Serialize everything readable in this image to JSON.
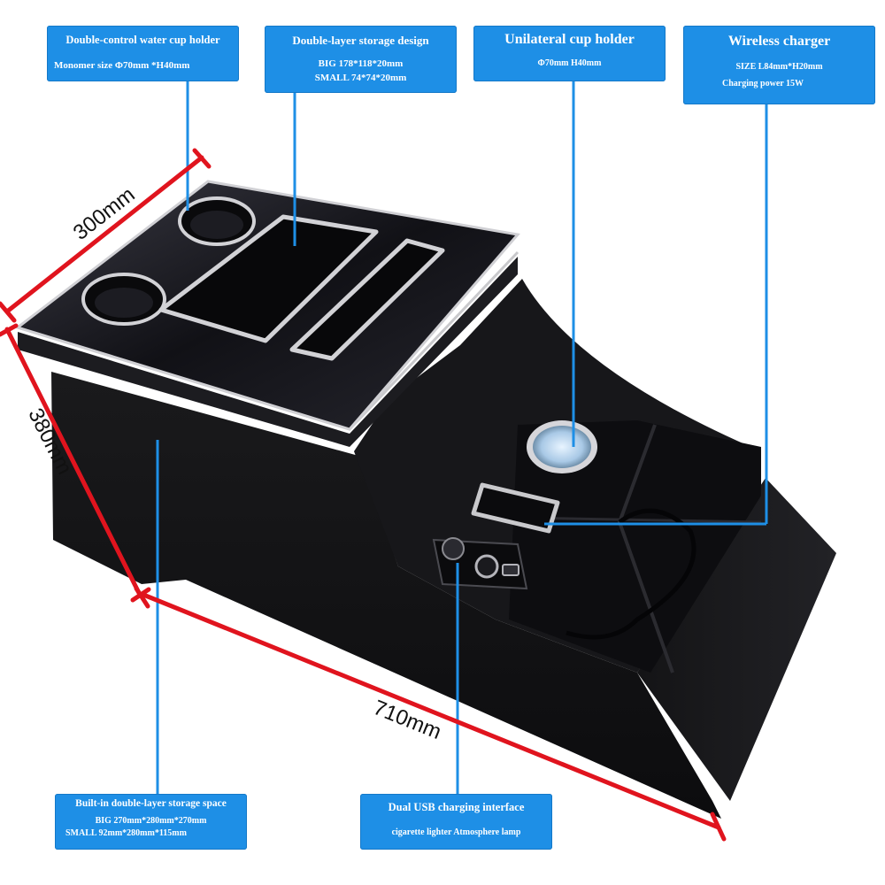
{
  "callouts": {
    "cup_holder_double": {
      "title": "Double-control water cup holder",
      "line1": "Monomer size  Φ70mm *H40mm"
    },
    "storage_design": {
      "title": "Double-layer storage design",
      "line1": "BIG      178*118*20mm",
      "line2": "SMALL      74*74*20mm"
    },
    "cup_holder_single": {
      "title": "Unilateral cup holder",
      "line1": "Φ70mm  H40mm"
    },
    "wireless_charger": {
      "title": "Wireless charger",
      "line1": "SIZE        L84mm*H20mm",
      "line2": "Charging power   15W"
    },
    "storage_space": {
      "title": "Built-in double-layer storage space",
      "line1": "BIG   270mm*280mm*270mm",
      "line2": "SMALL  92mm*280mm*115mm"
    },
    "usb_interface": {
      "title": "Dual USB charging interface",
      "line1": "cigarette lighter    Atmosphere lamp"
    }
  },
  "dimensions": {
    "width": "300mm",
    "height": "380mm",
    "length": "710mm"
  },
  "colors": {
    "callout_blue": "#1e8fe6",
    "dimension_red": "#e0141e",
    "product_black": "#121214",
    "trim_silver": "#c9c9cc"
  }
}
